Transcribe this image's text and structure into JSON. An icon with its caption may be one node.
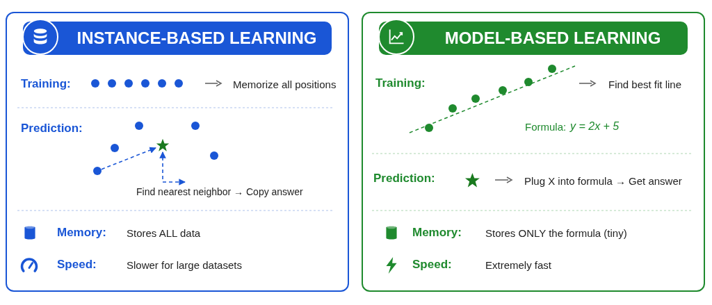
{
  "diagram": {
    "nodes": [
      {
        "text": [
          "INSTANCE-BASED LEARNING"
        ]
      },
      {
        "text": [],
        "shape": "circle",
        "in": 0
      },
      {
        "text": [],
        "shape": "star",
        "in": 0
      },
      {
        "text": [
          "Find nearest neighbor → Copy answer"
        ],
        "in": 0
      },
      {
        "text": [
          "MODEL-BASED LEARNING"
        ]
      }
    ],
    "edges": [
      {
        "from": 1,
        "to": 2,
        "arrow": "to",
        "style": "dashed"
      },
      {
        "from": 3,
        "to": 2,
        "arrow": "both",
        "style": "dashed"
      }
    ],
    "labels": [
      "Training:",
      "Memorize all positions",
      "Prediction:",
      "Memory:",
      "Stores ALL data",
      "Speed:",
      "Slower for large datasets",
      "Training:",
      "Find best fit line",
      "Formula:",
      "y = 2x + 5",
      "Prediction:",
      "Plug X into formula → Get answer",
      "Memory:",
      "Stores ONLY the formula (tiny)",
      "Speed:",
      "Extremely fast"
    ]
  }
}
